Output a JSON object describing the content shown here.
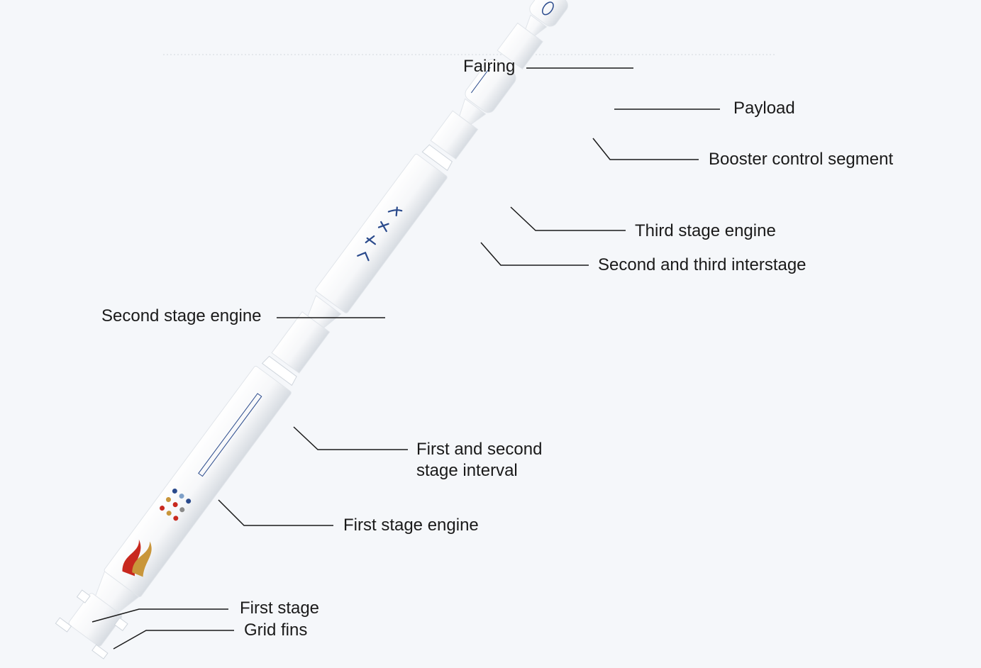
{
  "labels": {
    "fairing": "Fairing",
    "payload": "Payload",
    "booster_control_segment": "Booster control segment",
    "third_stage_engine": "Third stage engine",
    "second_third_interstage": "Second and third interstage",
    "second_stage_engine": "Second stage engine",
    "first_second_interval_line1": "First and second",
    "first_second_interval_line2": "stage interval",
    "first_stage_engine": "First stage engine",
    "first_stage": "First stage",
    "grid_fins": "Grid fins"
  },
  "colors": {
    "background": "#f5f7fa",
    "rocket_body": "#ffffff",
    "rocket_shade": "#dfe3e8",
    "leader_line": "#1a1a1a",
    "flag_red": "#d9261c",
    "payload_orange": "#f0a22e",
    "logo_red": "#c8281e",
    "logo_gold": "#c9963a",
    "text_blue": "#2a4a8c"
  },
  "icons": {
    "flag": "china-flag-icon",
    "logo": "flame-logo-icon"
  }
}
